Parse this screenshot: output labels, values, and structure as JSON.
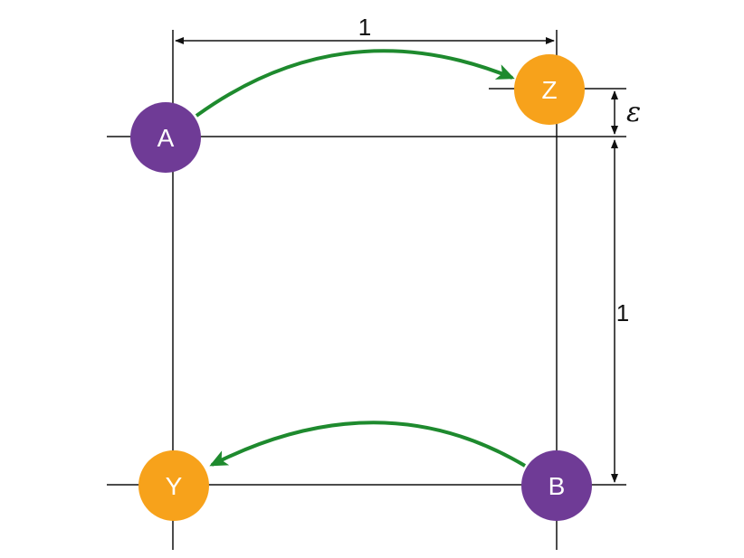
{
  "colors": {
    "purple": "#6f3b96",
    "orange": "#f7a21b",
    "green": "#1e8a2e",
    "line": "#111111",
    "node_text": "#ffffff"
  },
  "nodes": {
    "a": {
      "label": "A",
      "color": "purple"
    },
    "z": {
      "label": "Z",
      "color": "orange"
    },
    "y": {
      "label": "Y",
      "color": "orange"
    },
    "b": {
      "label": "B",
      "color": "purple"
    }
  },
  "dimensions": {
    "top_width": "1",
    "right_height": "1",
    "epsilon": "ε"
  },
  "arrows": [
    {
      "from": "A",
      "to": "Z",
      "color": "green"
    },
    {
      "from": "B",
      "to": "Y",
      "color": "green"
    }
  ]
}
